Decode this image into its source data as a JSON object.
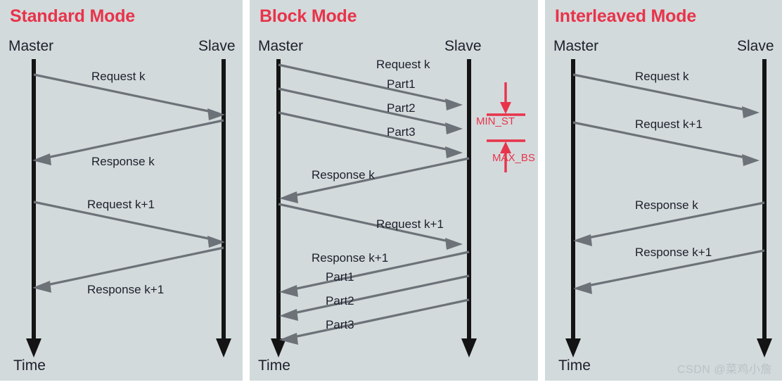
{
  "figure": {
    "background": "#d3dadc",
    "title_color": "#e8334a",
    "arrow_color": "#6c7278",
    "lifeline_color": "#141414",
    "watermark": "CSDN @菜鸡小詹"
  },
  "panels": [
    {
      "id": "standard",
      "title": "Standard Mode",
      "actors": {
        "left": "Master",
        "right": "Slave"
      },
      "time_label": "Time",
      "messages": [
        {
          "label": "Request k",
          "direction": "right"
        },
        {
          "label": "Response k",
          "direction": "left"
        },
        {
          "label": "Request k+1",
          "direction": "right"
        },
        {
          "label": "Response k+1",
          "direction": "left"
        }
      ]
    },
    {
      "id": "block",
      "title": "Block Mode",
      "actors": {
        "left": "Master",
        "right": "Slave"
      },
      "time_label": "Time",
      "messages": [
        {
          "label": "Request k",
          "direction": "right"
        },
        {
          "label": "Part1",
          "direction": "right"
        },
        {
          "label": "Part2",
          "direction": "right"
        },
        {
          "label": "Part3",
          "direction": "right"
        },
        {
          "label": "Response k",
          "direction": "left"
        },
        {
          "label": "Request k+1",
          "direction": "right"
        },
        {
          "label": "Response k+1",
          "direction": "left"
        },
        {
          "label": "Part1",
          "direction": "left"
        },
        {
          "label": "Part2",
          "direction": "left"
        },
        {
          "label": "Part3",
          "direction": "left"
        }
      ],
      "annotations": [
        {
          "label": "MIN_ST",
          "color": "#e8334a"
        },
        {
          "label": "MAX_BS",
          "color": "#e8334a"
        }
      ]
    },
    {
      "id": "interleaved",
      "title": "Interleaved Mode",
      "actors": {
        "left": "Master",
        "right": "Slave"
      },
      "time_label": "Time",
      "messages": [
        {
          "label": "Request k",
          "direction": "right"
        },
        {
          "label": "Request k+1",
          "direction": "right"
        },
        {
          "label": "Response k",
          "direction": "left"
        },
        {
          "label": "Response k+1",
          "direction": "left"
        }
      ]
    }
  ]
}
